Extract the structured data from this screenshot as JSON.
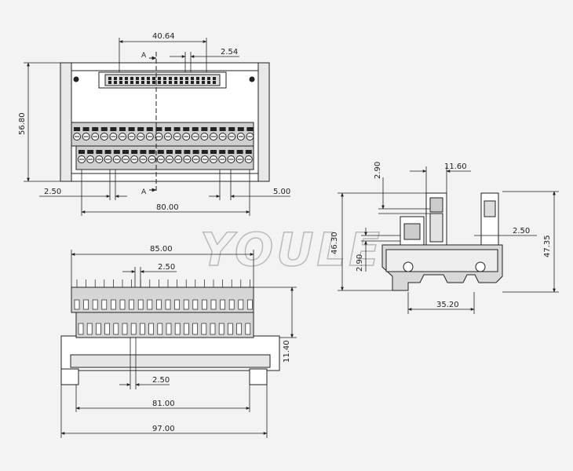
{
  "watermark": "YOULE",
  "top_view": {
    "section_label_top": "A",
    "section_label_bottom": "A",
    "dims": {
      "header_span": "40.64",
      "pin_pitch": "2.54",
      "height": "56.80",
      "terminal_pitch_left": "2.50",
      "terminal_pitch_right": "5.00",
      "rail_span": "80.00"
    }
  },
  "side_view": {
    "dims": {
      "top_width": "11.60",
      "header_offset": "2.90",
      "body_height": "46.30",
      "foot_offset": "2.90",
      "total_height": "47.35",
      "pitch": "2.50",
      "base_width": "35.20"
    }
  },
  "front_view": {
    "dims": {
      "top_width": "85.00",
      "pitch_top": "2.50",
      "rail_height": "11.40",
      "pitch_bottom": "2.50",
      "inner_width": "81.00",
      "total_width": "97.00"
    }
  }
}
